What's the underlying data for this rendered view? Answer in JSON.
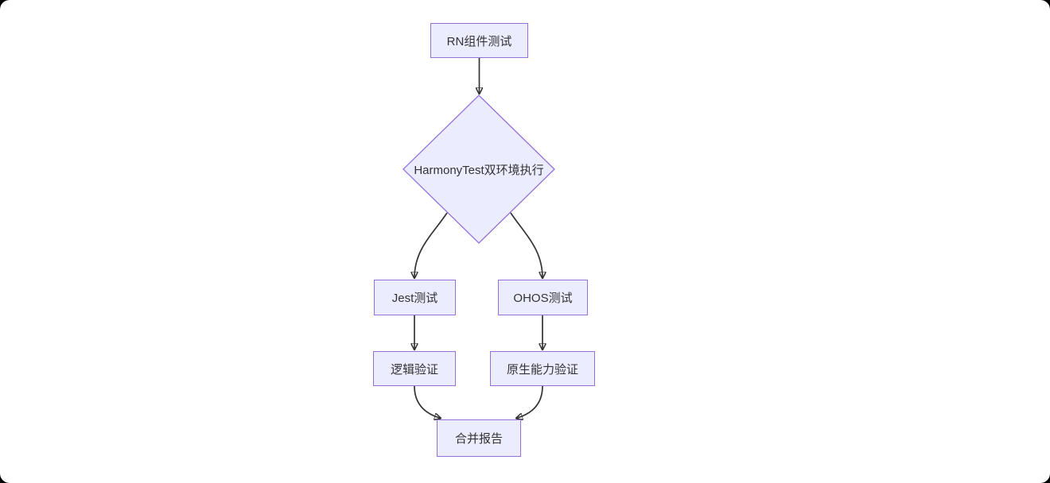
{
  "diagram": {
    "type": "flowchart",
    "direction": "top-down",
    "colors": {
      "node_fill": "#ECECFF",
      "node_border": "#9370DB",
      "edge": "#333333",
      "text": "#333333",
      "canvas_background": "#ffffff",
      "page_background": "#000000"
    },
    "nodes": [
      {
        "id": "A",
        "shape": "rect",
        "label": "RN组件测试"
      },
      {
        "id": "B",
        "shape": "diamond",
        "label": "HarmonyTest双环境执行"
      },
      {
        "id": "C",
        "shape": "rect",
        "label": "Jest测试"
      },
      {
        "id": "D",
        "shape": "rect",
        "label": "OHOS测试"
      },
      {
        "id": "E",
        "shape": "rect",
        "label": "逻辑验证"
      },
      {
        "id": "F",
        "shape": "rect",
        "label": "原生能力验证"
      },
      {
        "id": "G",
        "shape": "rect",
        "label": "合并报告"
      }
    ],
    "edges": [
      {
        "from": "RN组件测试",
        "to": "HarmonyTest双环境执行",
        "label": ""
      },
      {
        "from": "HarmonyTest双环境执行",
        "to": "Jest测试",
        "label": ""
      },
      {
        "from": "HarmonyTest双环境执行",
        "to": "OHOS测试",
        "label": ""
      },
      {
        "from": "Jest测试",
        "to": "逻辑验证",
        "label": ""
      },
      {
        "from": "OHOS测试",
        "to": "原生能力验证",
        "label": ""
      },
      {
        "from": "逻辑验证",
        "to": "合并报告",
        "label": ""
      },
      {
        "from": "原生能力验证",
        "to": "合并报告",
        "label": ""
      }
    ]
  }
}
